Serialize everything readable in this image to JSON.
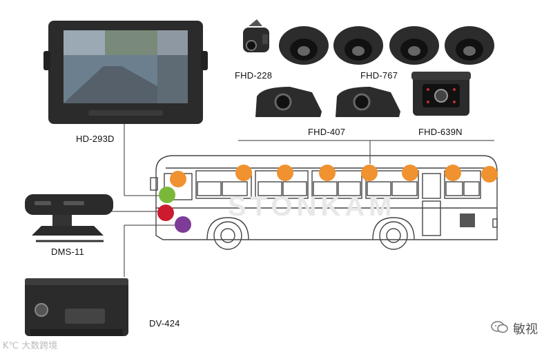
{
  "products": {
    "monitor": "HD-293D",
    "small_camera": "FHD-228",
    "dome_cameras": "FHD-767",
    "side_cameras": "FHD-407",
    "rear_camera": "FHD-639N",
    "dms": "DMS-11",
    "dvr": "DV-424"
  },
  "watermark": "STONKAM",
  "wechat_account": "敏视",
  "corner_mark": "K℃ 大数跨境",
  "colors": {
    "camera_dot": "#f0922f",
    "dms_dot": "#7bb83a",
    "dvr_dot": "#cc1a2e",
    "purple_dot": "#7d3c98",
    "line": "#333333"
  },
  "icons": [
    "monitor-icon",
    "camera-icon",
    "dome-camera-icon",
    "side-camera-icon",
    "rear-camera-icon",
    "dms-icon",
    "dvr-icon",
    "bus-icon",
    "wechat-icon"
  ]
}
